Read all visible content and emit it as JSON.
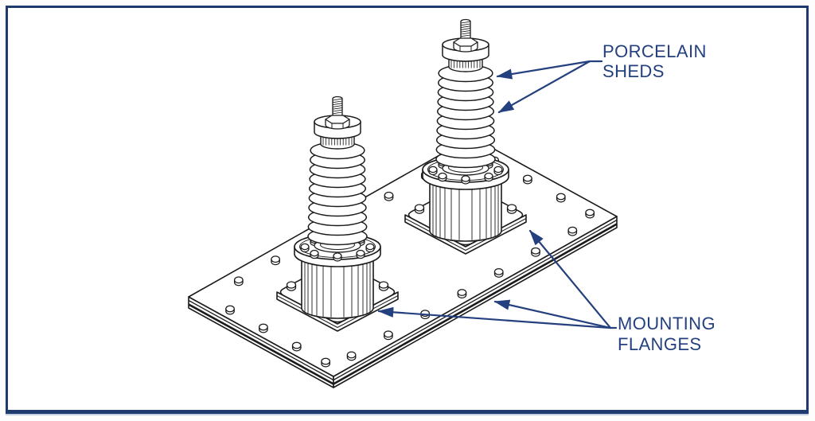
{
  "figure": {
    "type": "isometric-line-drawing",
    "description": "Two porcelain insulator bushings bolted to a rectangular base plate"
  },
  "labels": {
    "porcelain_sheds_line1": "PORCELAIN",
    "porcelain_sheds_line2": "SHEDS",
    "mounting_flanges_line1": "MOUNTING",
    "mounting_flanges_line2": "FLANGES"
  },
  "colors": {
    "accent": "#24407e",
    "line": "#1b1b1b",
    "frame_border": "#1e3a6e",
    "background": "#ffffff"
  }
}
